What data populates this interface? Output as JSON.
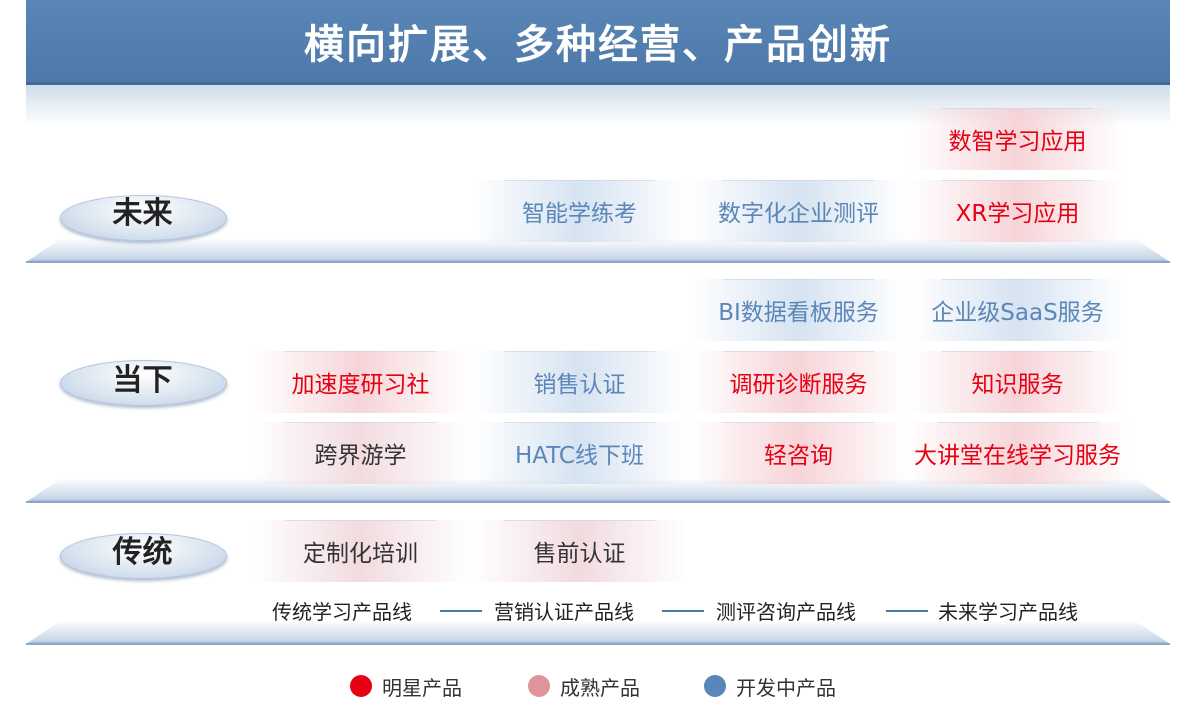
{
  "title": "横向扩展、多种经营、产品创新",
  "levels": {
    "future": "未来",
    "present": "当下",
    "traditional": "传统"
  },
  "cells": {
    "future_r1_c4": "数智学习应用",
    "future_r2_c2": "智能学练考",
    "future_r2_c3": "数字化企业测评",
    "future_r2_c4": "XR学习应用",
    "present_r1_c3": "BI数据看板服务",
    "present_r1_c4": "企业级SaaS服务",
    "present_r2_c1": "加速度研习社",
    "present_r2_c2": "销售认证",
    "present_r2_c3": "调研诊断服务",
    "present_r2_c4": "知识服务",
    "present_r3_c1": "跨界游学",
    "present_r3_c2": "HATC线下班",
    "present_r3_c3": "轻咨询",
    "present_r3_c4": "大讲堂在线学习服务",
    "trad_r1_c1": "定制化培训",
    "trad_r1_c2": "售前认证"
  },
  "product_lines": [
    "传统学习产品线",
    "营销认证产品线",
    "测评咨询产品线",
    "未来学习产品线"
  ],
  "legend": [
    {
      "label": "明星产品",
      "color": "#e60012"
    },
    {
      "label": "成熟产品",
      "color": "#e0939b"
    },
    {
      "label": "开发中产品",
      "color": "#5b86b8"
    }
  ]
}
